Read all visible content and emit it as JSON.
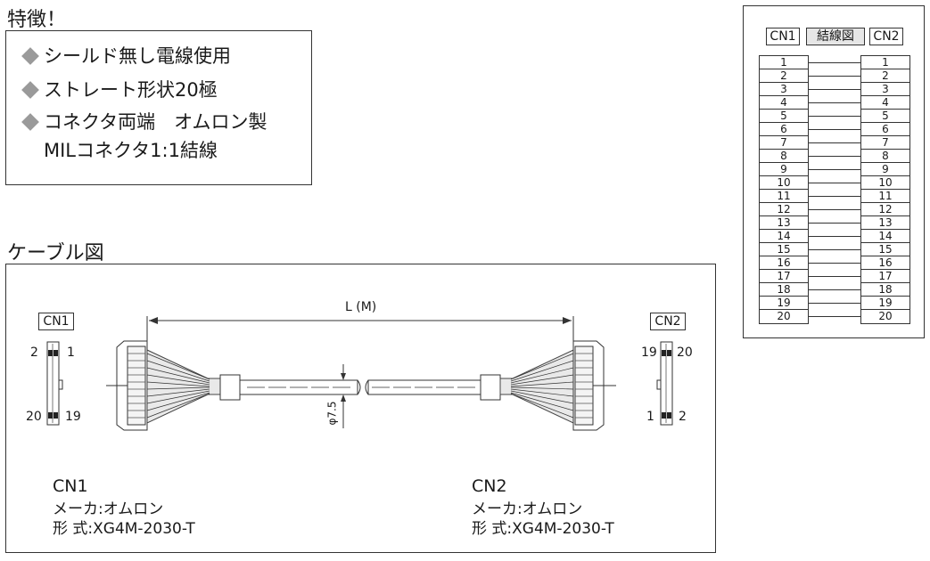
{
  "features": {
    "title": "特徴！",
    "items": [
      "シールド無し電線使用",
      "ストレート形状20極",
      "コネクタ両端　オムロン製"
    ],
    "continuation": "MILコネクタ1:1結線"
  },
  "cable": {
    "title": "ケーブル図",
    "cn1_tag": "CN1",
    "cn2_tag": "CN2",
    "length_label": "L (M)",
    "diameter_label": "φ7.5",
    "cn1_pins": {
      "top_left": "2",
      "top_right": "1",
      "bottom_left": "20",
      "bottom_right": "19"
    },
    "cn2_pins": {
      "top_left": "19",
      "top_right": "20",
      "bottom_left": "1",
      "bottom_right": "2"
    },
    "cn1_info": {
      "name": "CN1",
      "maker": "メーカ:オムロン",
      "model": "形 式:XG4M-2030-T"
    },
    "cn2_info": {
      "name": "CN2",
      "maker": "メーカ:オムロン",
      "model": "形 式:XG4M-2030-T"
    }
  },
  "wiring": {
    "cn1_label": "CN1",
    "center_label": "結線図",
    "cn2_label": "CN2",
    "pins": [
      "1",
      "2",
      "3",
      "4",
      "5",
      "6",
      "7",
      "8",
      "9",
      "10",
      "11",
      "12",
      "13",
      "14",
      "15",
      "16",
      "17",
      "18",
      "19",
      "20"
    ]
  }
}
